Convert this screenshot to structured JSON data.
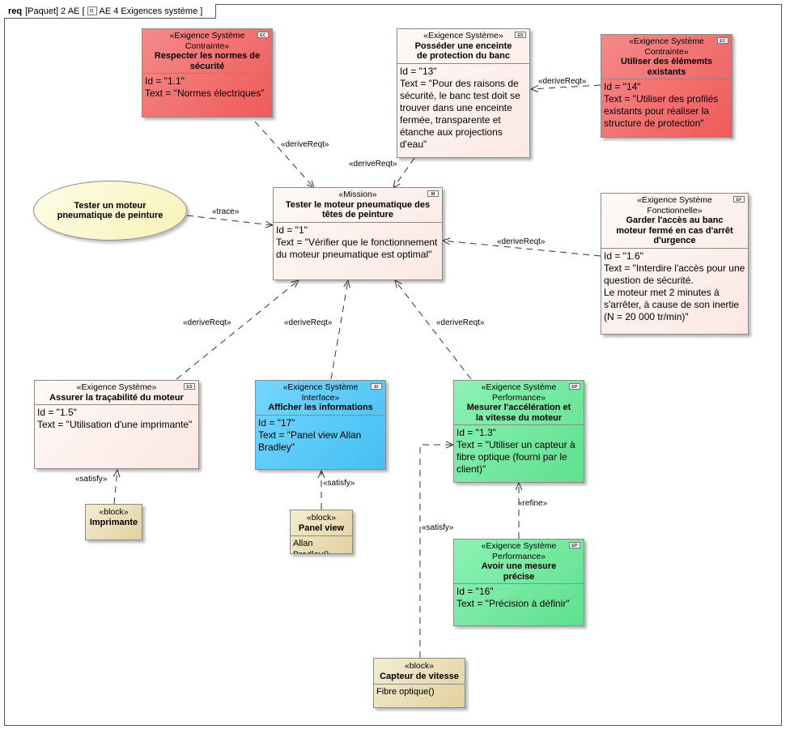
{
  "frame": {
    "kind": "req",
    "path": "[Paquet] 2 AE [",
    "name": "AE 4 Exigences système",
    "close": "]"
  },
  "use_case": {
    "name": "Tester un moteur pneumatique de peinture"
  },
  "mission": {
    "stereotype": "«Mission»",
    "name": "Tester le moteur pneumatique des têtes de peinture",
    "tag": "M",
    "id": "Id = \"1\"",
    "text": "Text = \"Vérifier que le fonctionnement du moteur pneumatique est optimal\""
  },
  "req_normes": {
    "stereotype": "«Exigence Système Contrainte»",
    "name": "Respecter les normes de sécurité",
    "tag": "EC",
    "id": "Id = \"1.1\"",
    "text": "Text = \"Normes électriques\""
  },
  "req_enceinte": {
    "stereotype": "«Exigence Système»",
    "name": "Posséder une enceinte de protection du banc",
    "tag": "ES",
    "id": "Id = \"13\"",
    "text": "Text = \"Pour des raisons de sécurité, le banc test doit se trouver dans une enceinte fermée, transparente et étanche aux projections d'eau\""
  },
  "req_elements": {
    "stereotype": "«Exigence Système Contrainte»",
    "name": "Utiliser des élémemts existants",
    "tag": "EC",
    "id": "Id = \"14\"",
    "text": "Text = \"Utiliser des profilés existants pour réaliser la structure de protection\""
  },
  "req_arret": {
    "stereotype": "«Exigence Système Fonctionnelle»",
    "name": "Garder l'accès au banc moteur fermé en cas d'arrêt d'urgence",
    "tag": "EF",
    "id": "Id = \"1.6\"",
    "text_lines": [
      "Text = \"Interdire l'accès pour une question de sécurité.",
      "Le moteur met 2 minutes à s'arrêter, à cause de son inertie (N = 20 000 tr/min)\""
    ]
  },
  "req_tracabilite": {
    "stereotype": "«Exigence Système»",
    "name": "Assurer la traçabilité du moteur",
    "tag": "ES",
    "id": "Id = \"1.5\"",
    "text": "Text = \"Utilisation d'une imprimante\""
  },
  "req_afficher": {
    "stereotype": "«Exigence Système Interface»",
    "name": "Afficher les informations",
    "tag": "EI",
    "id": "Id = \"17\"",
    "text": "Text = \"Panel view Allan Bradley\""
  },
  "req_mesurer": {
    "stereotype": "«Exigence Système Performance»",
    "name": "Mesurer l'accélération et la vitesse du moteur",
    "tag": "EP",
    "id": "Id = \"1.3\"",
    "text": "Text = \"Utiliser un capteur à fibre optique (fourni par le client)\""
  },
  "req_precise": {
    "stereotype": "«Exigence Système Performance»",
    "name": "Avoir une mesure précise",
    "tag": "EP",
    "id": "Id = \"16\"",
    "text": "Text = \"Précision à définir\""
  },
  "block_imprimante": {
    "stereotype": "«block»",
    "name": "Imprimante"
  },
  "block_panel": {
    "stereotype": "«block»",
    "name": "Panel view",
    "operation": "Allan Bradley()"
  },
  "block_capteur": {
    "stereotype": "«block»",
    "name": "Capteur de vitesse",
    "operation": "Fibre optique()"
  },
  "links": {
    "derive": "«deriveReqt»",
    "trace": "«trace»",
    "satisfy": "«satisfy»",
    "refine": "«refine»"
  },
  "colors": {
    "constraint": "#ef5a5a",
    "performance": "#5fe08f",
    "interface": "#45bff2",
    "block": "#e2d19f",
    "default": "#fbe8e4",
    "use_case": "#f8f2b6"
  }
}
